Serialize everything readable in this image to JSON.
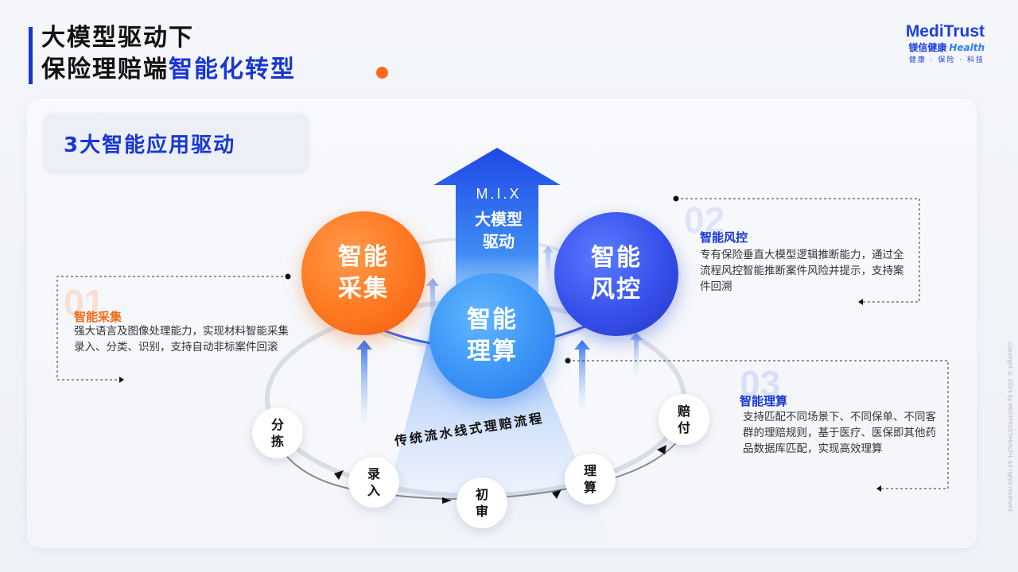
{
  "header": {
    "title_line1": "大模型驱动下",
    "title_line2_prefix": "保险理赔端",
    "title_line2_highlight": "智能化转型"
  },
  "logo": {
    "brand": "MediTrust",
    "cn_name": "镁信健康",
    "en_sub": "Health",
    "tagline": "健康 · 保险 · 科技"
  },
  "subtitle": "3大智能应用驱动",
  "arrow": {
    "mix": "M.I.X",
    "line1": "大模型",
    "line2": "驱动"
  },
  "circles": {
    "collect": {
      "line1": "智能",
      "line2": "采集"
    },
    "risk": {
      "line1": "智能",
      "line2": "风控"
    },
    "calc": {
      "line1": "智能",
      "line2": "理算"
    }
  },
  "process": {
    "label": "传统流水线式理赔流程",
    "steps": [
      {
        "line1": "分",
        "line2": "拣"
      },
      {
        "line1": "录",
        "line2": "入"
      },
      {
        "line1": "初",
        "line2": "审"
      },
      {
        "line1": "理",
        "line2": "算"
      },
      {
        "line1": "赔",
        "line2": "付"
      }
    ]
  },
  "blocks": [
    {
      "num": "01",
      "title": "智能采集",
      "body": "强大语言及图像处理能力，实现材料智能采集录入、分类、识别，支持自动非标案件回滚"
    },
    {
      "num": "02",
      "title": "智能风控",
      "body": "专有保险垂直大模型逻辑推断能力，通过全流程风控智能推断案件风险并提示，支持案件回溯"
    },
    {
      "num": "03",
      "title": "智能理算",
      "body": "支持匹配不同场景下、不同保单、不同客群的理赔规则，基于医疗、医保即其他药品数据库匹配，实现高效理算"
    }
  ],
  "copyright": "Copyright © 2024 by MEDITRUSTHEALTH. All rights reserved.",
  "colors": {
    "accent_blue": "#1736d6",
    "accent_orange": "#ff6a1a",
    "arrow_blue": "#2f6ff0"
  }
}
